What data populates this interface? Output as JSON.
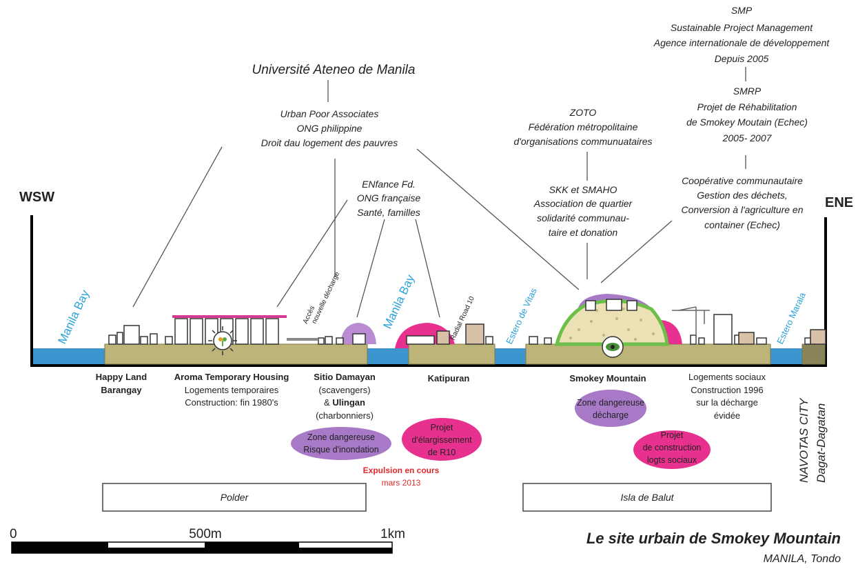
{
  "colors": {
    "water": "#3d95cf",
    "water_text": "#2aa2d8",
    "ground": "#bdb47a",
    "purple": "#9b59b6",
    "magenta": "#e8318e",
    "hill": "#ece1b5",
    "hill_border": "#6cc04a",
    "red_text": "#e0282c"
  },
  "directions": {
    "left": "WSW",
    "right": "ENE"
  },
  "orgs": {
    "ateneo": "Université Ateneo de Manila",
    "upa": [
      "Urban Poor Associates",
      "ONG philippine",
      "Droit dau logement des pauvres"
    ],
    "enfance": [
      "ENfance Fd.",
      "ONG française",
      "Santé, familles"
    ],
    "zoto": [
      "ZOTO",
      "Fédération métropolitaine",
      "d'organisations communuataires"
    ],
    "skk": [
      "SKK et SMAHO",
      "Association de quartier",
      "solidarité communau-",
      "taire et donation"
    ],
    "smp": [
      "SMP",
      "Sustainable Project Management",
      "Agence internationale de développement",
      "Depuis 2005"
    ],
    "smrp": [
      "SMRP",
      "Projet de Réhabilitation",
      "de Smokey Moutain (Echec)",
      "2005- 2007"
    ],
    "coop": [
      "Coopérative communautaire",
      "Gestion des déchets,",
      "Conversion à l'agriculture en",
      "container (Echec)"
    ]
  },
  "water_labels": {
    "manila_bay_1": "Manila Bay",
    "manila_bay_2": "Manila Bay",
    "estero_vitas": "Estero de Vitas",
    "estero_marala": "Estero Marala"
  },
  "road_labels": {
    "acces": "Accès",
    "nouvelle_decharge": "nouvelle décharge",
    "radial_road": "Radial Road 10"
  },
  "sites": {
    "happy_land": [
      "Happy Land",
      "Barangay"
    ],
    "aroma": [
      "Aroma Temporary Housing",
      "Logements temporaires",
      "Construction: fin 1980's"
    ],
    "sitio": {
      "name": "Sitio Damayan",
      "note1": "(scavengers)",
      "amp": "& ",
      "name2": "Ulingan",
      "note2": "(charbonniers)"
    },
    "katipuran": "Katipuran",
    "smokey": "Smokey Mountain",
    "logements": [
      "Logements sociaux",
      "Construction 1996",
      "sur la décharge",
      "évidée"
    ],
    "navotas": "NAVOTAS CITY",
    "dagat": "Dagat-Dagatan"
  },
  "zones": {
    "flood": [
      "Zone dangereuse",
      "Risque d'inondation"
    ],
    "r10": [
      "Projet",
      "d'élargissement",
      "de R10"
    ],
    "decharge": [
      "Zone dangereuse",
      "décharge"
    ],
    "construction": [
      "Projet",
      "de construction",
      "logts sociaux"
    ]
  },
  "expulsion": {
    "line1": "Expulsion en cours",
    "line2": "mars 2013"
  },
  "areas": {
    "polder": "Polder",
    "balut": "Isla de Balut"
  },
  "scale": {
    "zero": "0",
    "mid": "500m",
    "end": "1km"
  },
  "title": "Le site urbain de Smokey Mountain",
  "subtitle": "MANILA, Tondo"
}
